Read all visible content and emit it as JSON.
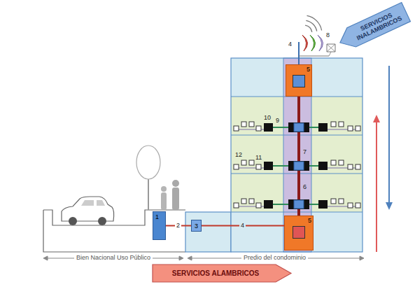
{
  "diagram": {
    "nodes": [
      {
        "text": [
          "SERVICIOS INALAMBRICOS"
        ]
      },
      {
        "text": [
          "5"
        ]
      },
      {
        "text": [
          "1"
        ]
      },
      {
        "text": [
          "3"
        ]
      },
      {
        "text": [
          "5"
        ]
      },
      {
        "text": [
          "SERVICIOS ALAMBRICOS"
        ]
      }
    ],
    "edges": [
      {
        "from": 2,
        "to": 3,
        "label": "2",
        "arrow": "none"
      },
      {
        "from": 3,
        "to": 4,
        "label": "4",
        "arrow": "none"
      },
      {
        "from": 4,
        "to": 1,
        "arrow": "none"
      }
    ],
    "labels": [
      "4",
      "8",
      "10",
      "9",
      "12",
      "11",
      "7",
      "6",
      "Bien Nacional Uso Público",
      "Predio del condominio"
    ]
  }
}
